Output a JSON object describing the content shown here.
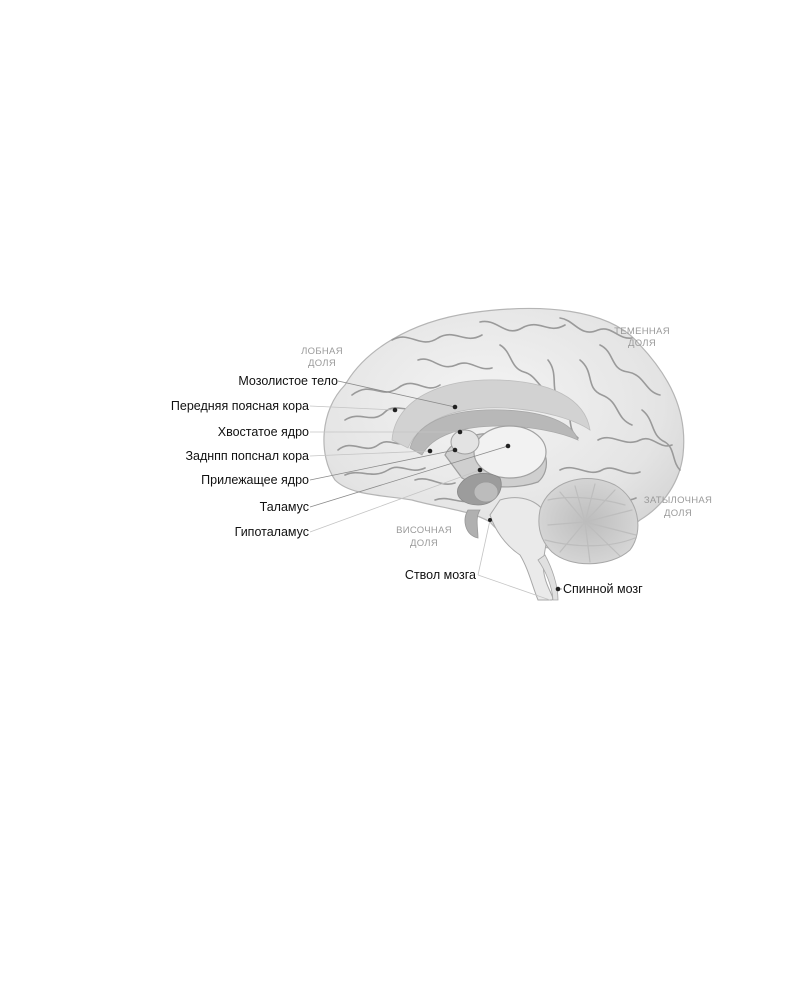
{
  "labels": {
    "corpus_callosum": "Мозолистое тело",
    "anterior_cingulate": "Передняя поясная кора",
    "caudate": "Хвостатое ядро",
    "posterior_cingulate": "Заднпп попснал кора",
    "nucleus_accumbens": "Прилежащее ядро",
    "thalamus": "Таламус",
    "hypothalamus": "Гипоталамус",
    "brainstem": "Ствол мозга",
    "spinal_cord": "Спинной мозг"
  },
  "lobes": {
    "frontal": [
      "ЛОБНАЯ",
      "ДОЛЯ"
    ],
    "parietal": [
      "ТЕМЕННАЯ",
      "ДОЛЯ"
    ],
    "occipital": [
      "ЗАТЫЛОЧНАЯ",
      "ДОЛЯ"
    ],
    "temporal": [
      "ВИСОЧНАЯ",
      "ДОЛЯ"
    ]
  }
}
